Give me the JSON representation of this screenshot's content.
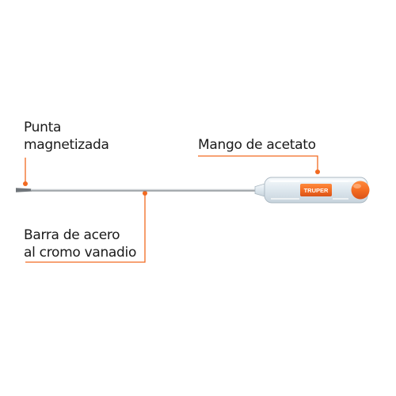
{
  "labels": {
    "punta": {
      "line1": "Punta",
      "line2": "magnetizada"
    },
    "mango": {
      "line1": "Mango de acetato"
    },
    "barra": {
      "line1": "Barra de acero",
      "line2": "al cromo vanadio"
    }
  },
  "brand": {
    "name": "TRUPER"
  },
  "colors": {
    "accent": "#f26a21",
    "text": "#1a1a1a",
    "shaft": "#9ea4a8",
    "handle_clear": "#e2ecf2"
  }
}
